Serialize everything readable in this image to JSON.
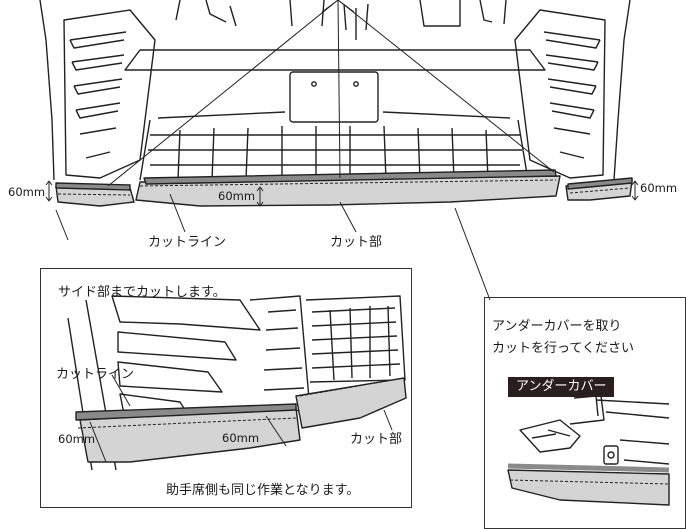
{
  "main_view": {
    "dim_left": "60mm",
    "dim_center": "60mm",
    "dim_right": "60mm",
    "label_cut_line": "カットライン",
    "label_cut_part": "カット部"
  },
  "inset_left": {
    "title": "サイド部までカットします。",
    "label_cut_line": "カットライン",
    "dim_left": "60mm",
    "dim_right": "60mm",
    "label_cut_part": "カット部",
    "footer_note": "助手席側も同じ作業となります。"
  },
  "inset_right": {
    "line1": "アンダーカバーを取り",
    "line2": "カットを行ってください",
    "tag": "アンダーカバー"
  },
  "colors": {
    "cut_part_fill": "#d4d4d4",
    "cut_line_fill": "#8a8a8a",
    "tag_bg": "#2a1e1e"
  }
}
